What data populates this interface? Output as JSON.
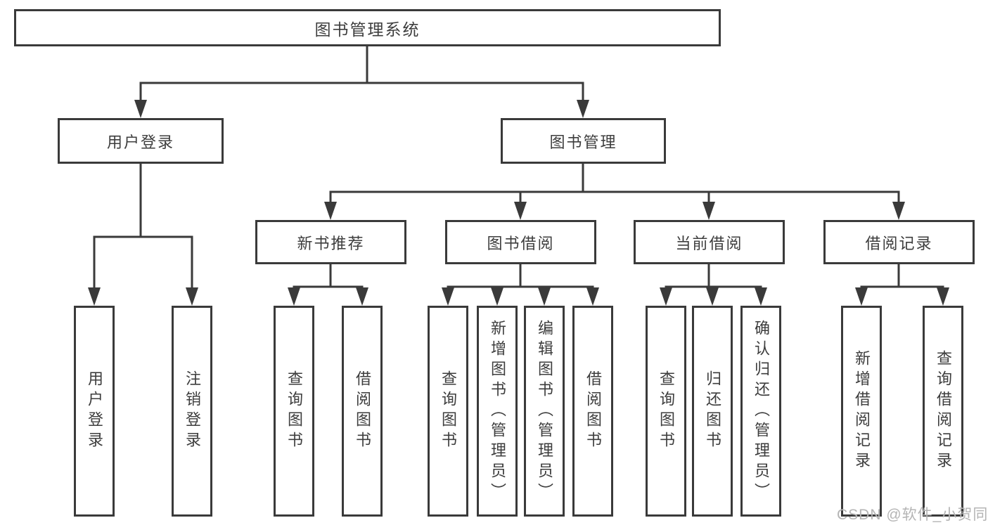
{
  "diagram": {
    "root": {
      "label": "图书管理系统"
    },
    "children": [
      {
        "label": "用户登录",
        "children": [
          {
            "label": "用户登录"
          },
          {
            "label": "注销登录"
          }
        ]
      },
      {
        "label": "图书管理",
        "children": [
          {
            "label": "新书推荐",
            "children": [
              {
                "label": "查询图书"
              },
              {
                "label": "借阅图书"
              }
            ]
          },
          {
            "label": "图书借阅",
            "children": [
              {
                "label": "查询图书"
              },
              {
                "label": "新增图书（管理员）"
              },
              {
                "label": "编辑图书（管理员）"
              },
              {
                "label": "借阅图书"
              }
            ]
          },
          {
            "label": "当前借阅",
            "children": [
              {
                "label": "查询图书"
              },
              {
                "label": "归还图书"
              },
              {
                "label": "确认归还（管理员）"
              }
            ]
          },
          {
            "label": "借阅记录",
            "children": [
              {
                "label": "新增借阅记录"
              },
              {
                "label": "查询借阅记录"
              }
            ]
          }
        ]
      }
    ]
  },
  "watermark": {
    "text": "CSDN @软件_小贺同学"
  },
  "colors": {
    "line": "#3a3a3a",
    "box_border": "#3a3a3a",
    "box_fill": "#ffffff",
    "text": "#3d3d3d",
    "watermark": "#b4b4b4",
    "background": "#ffffff"
  }
}
